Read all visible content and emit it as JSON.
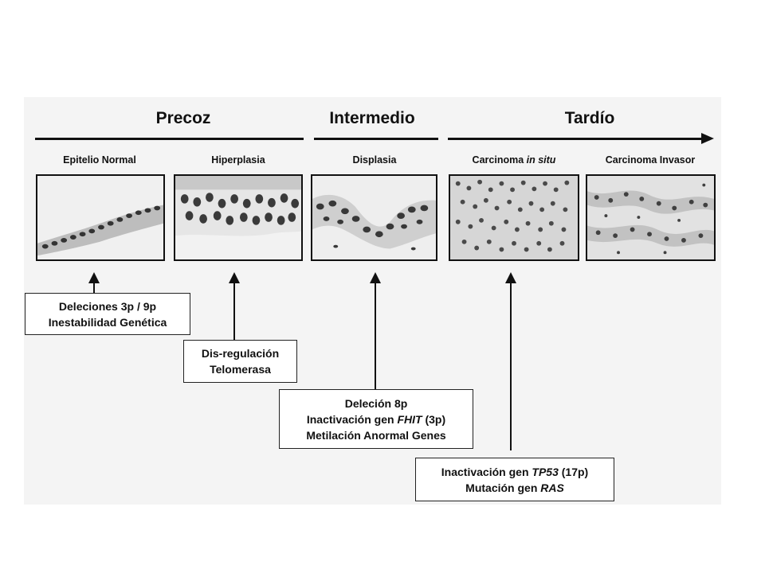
{
  "phases": {
    "early": "Precoz",
    "middle": "Intermedio",
    "late": "Tardío"
  },
  "stages": {
    "normal": "Epitelio Normal",
    "hyperplasia": "Hiperplasia",
    "dysplasia": "Displasia",
    "cis_prefix": "Carcinoma",
    "cis_italic": "in situ",
    "invasive": "Carcinoma Invasor"
  },
  "events": {
    "box1_line1": "Deleciones 3p / 9p",
    "box1_line2": "Inestabilidad Genética",
    "box2_line1": "Dis-regulación",
    "box2_line2": "Telomerasa",
    "box3_line1": "Deleción 8p",
    "box3_line2_pre": "Inactivación gen ",
    "box3_line2_gene": "FHIT",
    "box3_line2_post": " (3p)",
    "box3_line3": "Metilación Anormal Genes",
    "box4_line1_pre": "Inactivación gen ",
    "box4_line1_gene": "TP53",
    "box4_line1_post": " (17p)",
    "box4_line2_pre": "Mutación gen ",
    "box4_line2_gene": "RAS"
  },
  "colors": {
    "ink": "#111111",
    "panel": "#f4f4f4"
  }
}
